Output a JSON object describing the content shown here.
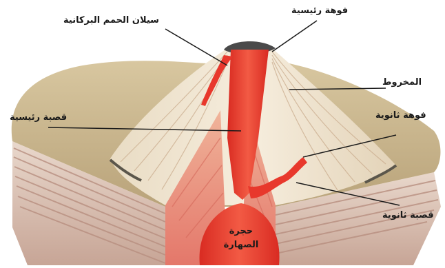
{
  "labels": {
    "lava_flow": "سيلان الحمم البركانية",
    "main_crater": "فوهة رئيسية",
    "cone": "المخروط",
    "main_conduit": "قصبة رئيسية",
    "secondary_crater": "فوهة ثانوية",
    "secondary_conduit": "قصبة ثانوية",
    "magma_chamber_line1": "حجرة",
    "magma_chamber_line2": "الصهارة"
  },
  "colors": {
    "magma": "#e8382c",
    "magma_light": "#f47a5a",
    "ground": "#c9b48a",
    "cone_strata": "#efe3cf",
    "ash": "#4a4a4a"
  }
}
